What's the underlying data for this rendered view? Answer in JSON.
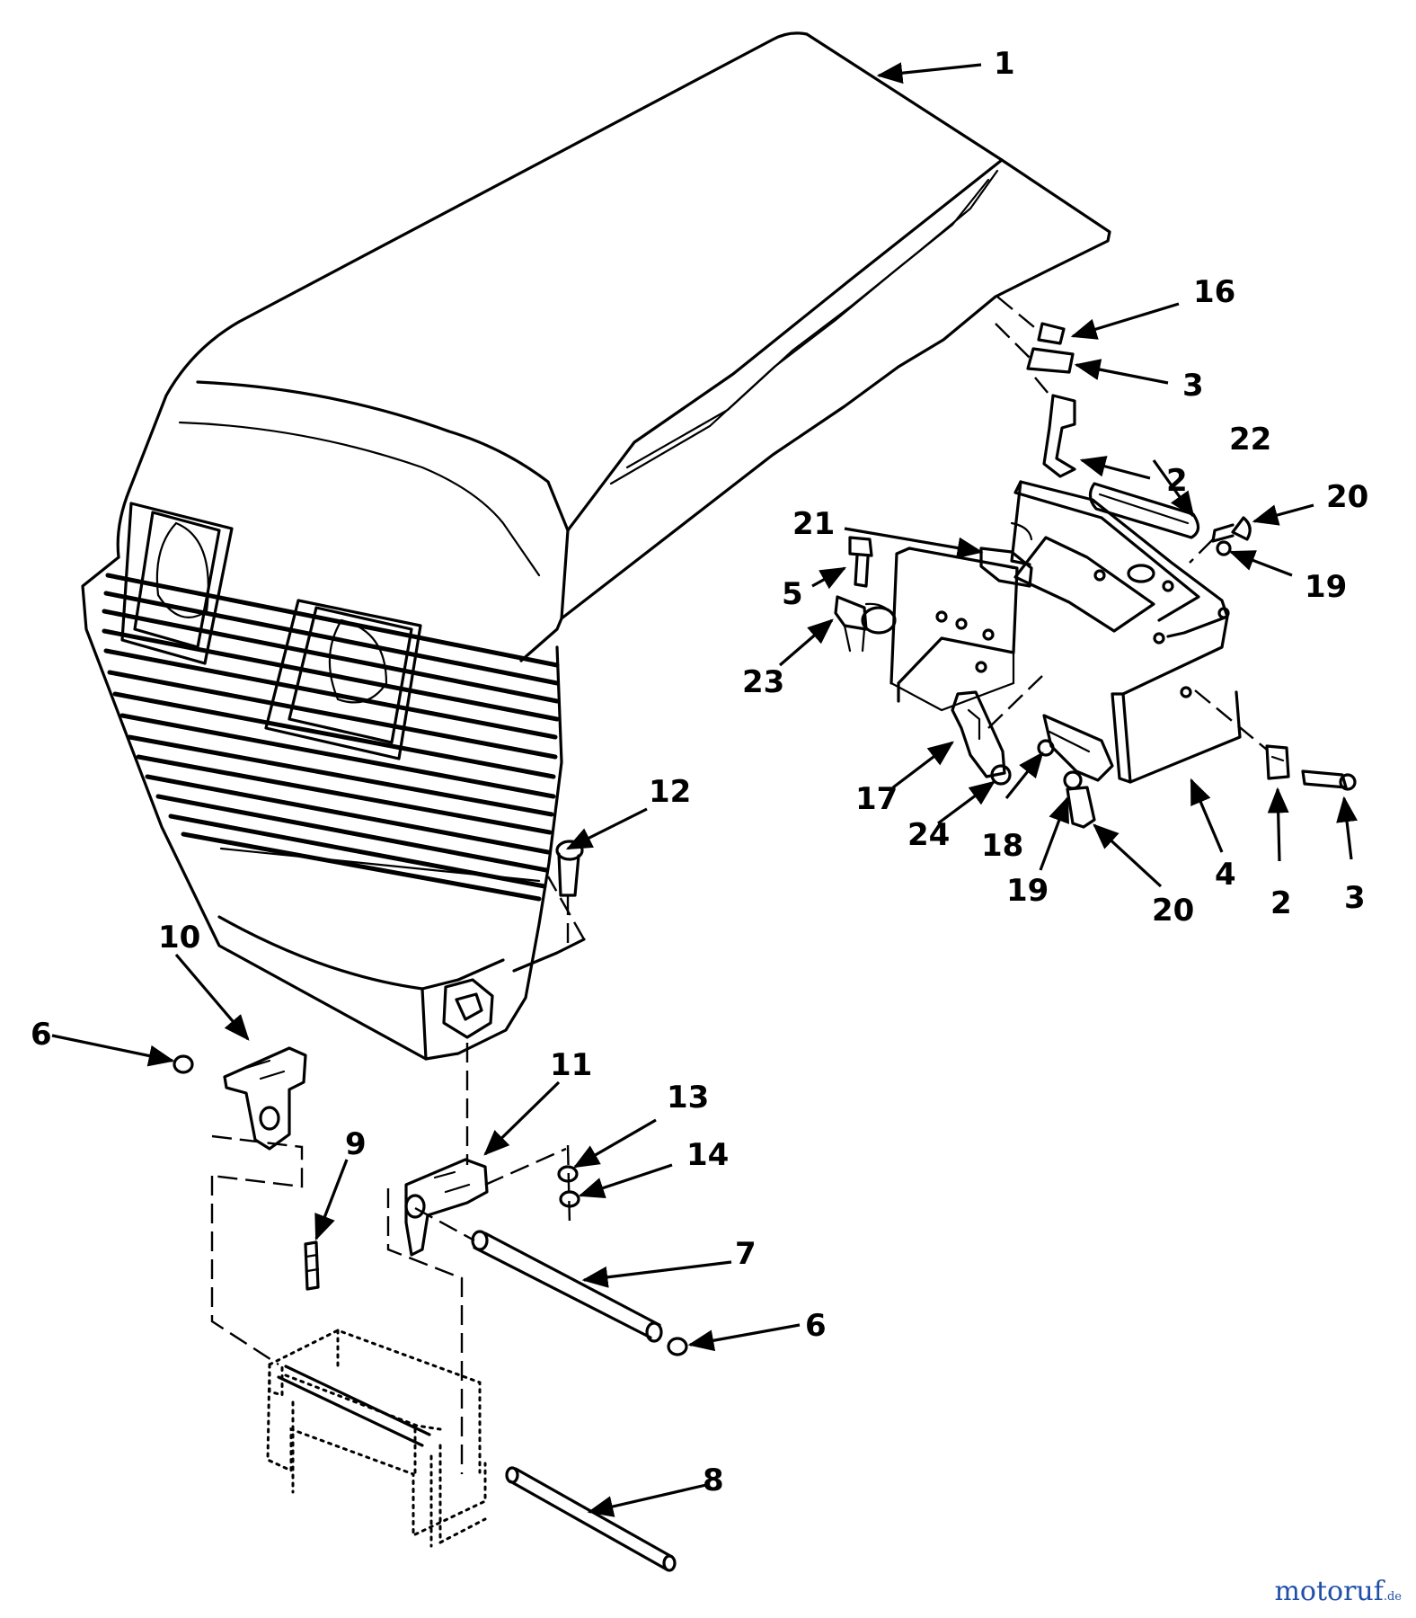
{
  "callouts": [
    {
      "id": "c1",
      "text": "1"
    },
    {
      "id": "c16",
      "text": "16"
    },
    {
      "id": "c3a",
      "text": "3"
    },
    {
      "id": "c2a",
      "text": "2"
    },
    {
      "id": "c22",
      "text": "22"
    },
    {
      "id": "c20a",
      "text": "20"
    },
    {
      "id": "c21",
      "text": "21"
    },
    {
      "id": "c19a",
      "text": "19"
    },
    {
      "id": "c5",
      "text": "5"
    },
    {
      "id": "c23",
      "text": "23"
    },
    {
      "id": "c12",
      "text": "12"
    },
    {
      "id": "c17",
      "text": "17"
    },
    {
      "id": "c24",
      "text": "24"
    },
    {
      "id": "c18",
      "text": "18"
    },
    {
      "id": "c19b",
      "text": "19"
    },
    {
      "id": "c20b",
      "text": "20"
    },
    {
      "id": "c4",
      "text": "4"
    },
    {
      "id": "c2b",
      "text": "2"
    },
    {
      "id": "c3b",
      "text": "3"
    },
    {
      "id": "c10",
      "text": "10"
    },
    {
      "id": "c6a",
      "text": "6"
    },
    {
      "id": "c11",
      "text": "11"
    },
    {
      "id": "c13",
      "text": "13"
    },
    {
      "id": "c14",
      "text": "14"
    },
    {
      "id": "c9",
      "text": "9"
    },
    {
      "id": "c7",
      "text": "7"
    },
    {
      "id": "c6b",
      "text": "6"
    },
    {
      "id": "c8",
      "text": "8"
    }
  ],
  "watermark": {
    "brand": "motoruf",
    "tld": ".de"
  },
  "colors": {
    "line": "#000000",
    "background": "#ffffff",
    "watermark": "#1f4fa8"
  }
}
